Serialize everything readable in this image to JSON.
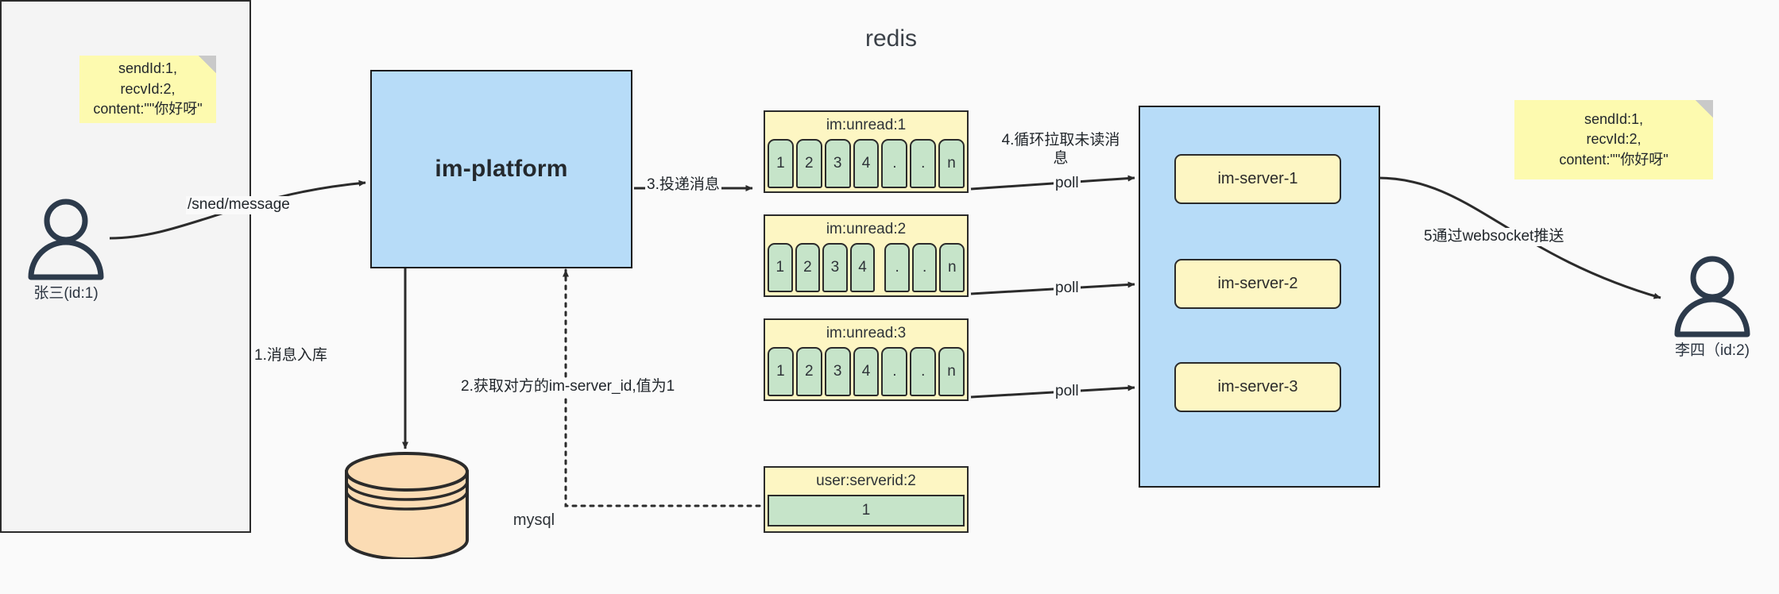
{
  "diagram": {
    "title": "IM message delivery architecture",
    "colors": {
      "blue_fill": "#b7dcf8",
      "yellow_fill": "#fdf6c3",
      "green_fill": "#c6e4c9",
      "note_fill": "#fdfaaf",
      "db_fill": "#fbdcb4",
      "stroke": "#2b2b2b",
      "redis_panel": "#f4f4f4",
      "background": "#fafafa"
    }
  },
  "actors": {
    "sender": {
      "caption": "张三(id:1)",
      "icon": "person-icon"
    },
    "receiver": {
      "caption": "李四（id:2)",
      "icon": "person-icon"
    }
  },
  "notes": {
    "left": {
      "text": "sendId:1,\nrecvId:2,\ncontent:\"\"你好呀\""
    },
    "right": {
      "text": "sendId:1,\nrecvId:2,\ncontent:\"\"你好呀\""
    }
  },
  "platform": {
    "label": "im-platform"
  },
  "database": {
    "label": "mysql"
  },
  "redis": {
    "title": "redis",
    "keys": [
      {
        "name": "im:unread:1",
        "cells": [
          "1",
          "2",
          "3",
          "4",
          ".",
          ".",
          "n"
        ],
        "gap_after_index": null
      },
      {
        "name": "im:unread:2",
        "cells": [
          "1",
          "2",
          "3",
          "4",
          ".",
          ".",
          "n"
        ],
        "gap_after_index": 3
      },
      {
        "name": "im:unread:3",
        "cells": [
          "1",
          "2",
          "3",
          "4",
          ".",
          ".",
          "n"
        ],
        "gap_after_index": null
      }
    ],
    "serverid_key": {
      "name": "user:serverid:2",
      "value": "1"
    }
  },
  "cluster": {
    "servers": [
      {
        "label": "im-server-1"
      },
      {
        "label": "im-server-2"
      },
      {
        "label": "im-server-3"
      }
    ]
  },
  "edges": {
    "send_message": "/sned/message",
    "step1": "1.消息入库",
    "step2": "2.获取对方的im-server_id,值为1",
    "step3": "3.投递消息",
    "step4": "4.循环拉取未读消\n息",
    "poll1": "poll",
    "poll2": "poll",
    "poll3": "poll",
    "step5": "5通过websocket推送"
  }
}
